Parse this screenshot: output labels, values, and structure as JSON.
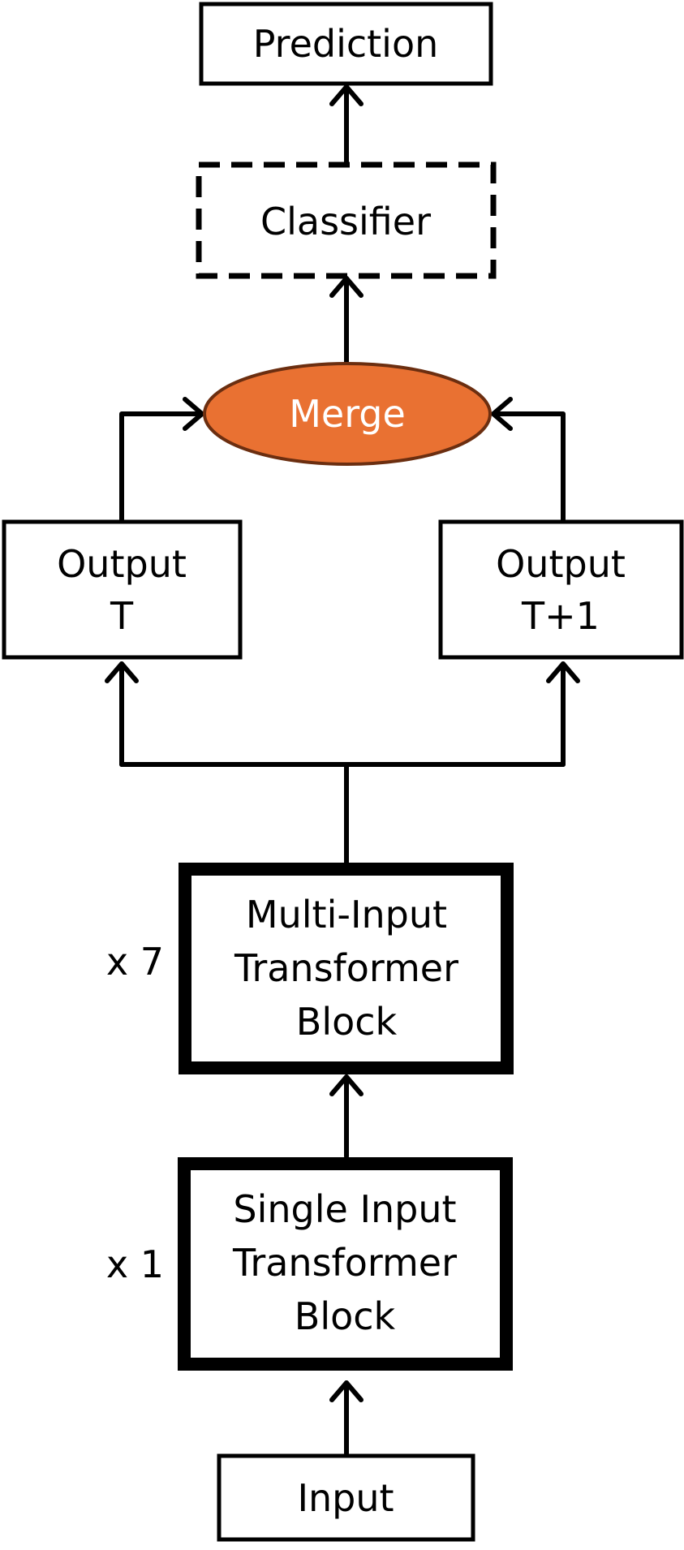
{
  "nodes": {
    "prediction": {
      "label": "Prediction"
    },
    "classifier": {
      "label": "Classifier"
    },
    "merge": {
      "label": "Merge",
      "fill": "#E97132",
      "stroke": "#6B2E10",
      "text_color": "#ffffff"
    },
    "output_t": {
      "line1": "Output",
      "line2": "T"
    },
    "output_t1": {
      "line1": "Output",
      "line2": "T+1"
    },
    "multi_input_block": {
      "line1": "Multi-Input",
      "line2": "Transformer",
      "line3": "Block",
      "repeat": "x 7"
    },
    "single_input_block": {
      "line1": "Single Input",
      "line2": "Transformer",
      "line3": "Block",
      "repeat": "x 1"
    },
    "input": {
      "label": "Input"
    }
  }
}
